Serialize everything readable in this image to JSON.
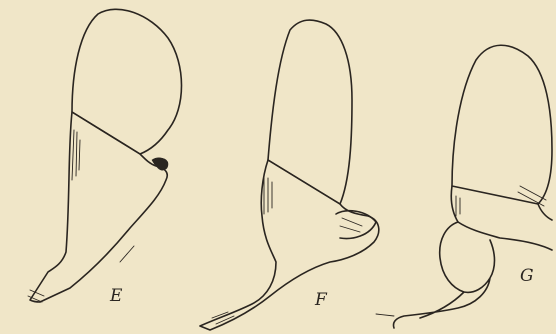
{
  "figures": [
    {
      "label": "E"
    },
    {
      "label": "F"
    },
    {
      "label": "G"
    }
  ],
  "colors": {
    "paper": "#f0e6c8",
    "ink": "#2a2520"
  }
}
